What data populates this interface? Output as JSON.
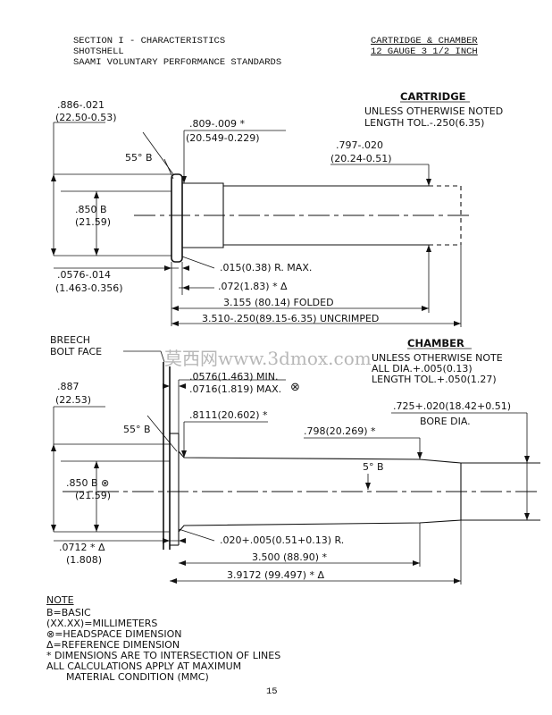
{
  "header": {
    "left": [
      "SECTION I - CHARACTERISTICS",
      "SHOTSHELL",
      "SAAMI VOLUNTARY PERFORMANCE STANDARDS"
    ],
    "right": [
      "CARTRIDGE & CHAMBER",
      "12 GAUGE 3 1/2 INCH"
    ]
  },
  "cartridge": {
    "title": "CARTRIDGE",
    "tolerance": [
      "UNLESS OTHERWISE NOTED",
      "LENGTH TOL.-.250(6.35)"
    ],
    "rim_dia": [
      ".886-.021",
      "(22.50-0.53)"
    ],
    "body_dia": [
      ".809-.009 *",
      "(20.549-0.229)"
    ],
    "mouth_dia": [
      ".797-.020",
      "(20.24-0.51)"
    ],
    "angle": "55° B",
    "head_dia": [
      ".850 B",
      "(21.59)"
    ],
    "rim_thk": [
      ".0576-.014",
      "(1.463-0.356)"
    ],
    "radius": ".015(0.38) R. MAX.",
    "base_len": ".072(1.83) * Δ",
    "folded": "3.155 (80.14) FOLDED",
    "uncrimped": "3.510-.250(89.15-6.35) UNCRIMPED"
  },
  "chamber": {
    "title": "CHAMBER",
    "tolerance": [
      "UNLESS OTHERWISE NOTE",
      "ALL DIA.+.005(0.13)",
      "LENGTH TOL.+.050(1.27)"
    ],
    "breech": [
      "BREECH",
      "BOLT FACE"
    ],
    "headspace": [
      ".0576(1.463) MIN.",
      ".0716(1.819) MAX."
    ],
    "dia_887": [
      ".887",
      "(22.53)"
    ],
    "dia_8111": ".8111(20.602) *",
    "bore": [
      ".725+.020(18.42+0.51)",
      "BORE DIA."
    ],
    "dia_798": ".798(20.269) *",
    "angle": "55° B",
    "cone": "5° B",
    "head_dia": [
      ".850 B ⊗",
      "(21.59)"
    ],
    "rim_len": [
      ".0712 * Δ",
      "(1.808)"
    ],
    "radius": ".020+.005(0.51+0.13) R.",
    "length_1": "3.500 (88.90) *",
    "length_2": "3.9172 (99.497) * Δ"
  },
  "notes": {
    "heading": "NOTE",
    "items": [
      "B=BASIC",
      "(XX.XX)=MILLIMETERS",
      "⊗=HEADSPACE DIMENSION",
      "Δ=REFERENCE DIMENSION",
      "* DIMENSIONS ARE TO INTERSECTION OF LINES",
      "ALL CALCULATIONS APPLY AT MAXIMUM",
      "MATERIAL CONDITION (MMC)"
    ]
  },
  "page_number": "15",
  "watermark": "莫西网www.3dmox.com"
}
